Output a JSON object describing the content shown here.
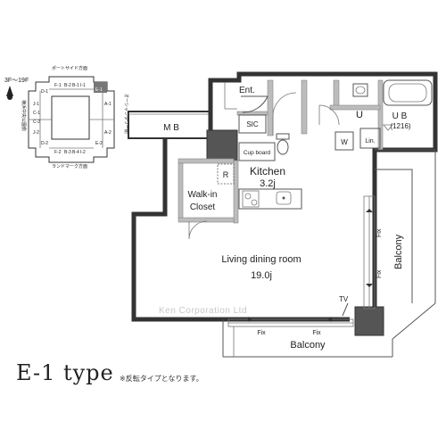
{
  "key_plan": {
    "floor_range": "3F～19F",
    "top_side": "ポートサイド方面",
    "bottom_side": "ランドマーク方面",
    "left_side": "横浜中央公園側",
    "right_side": "オーシャンタワー側",
    "units": [
      "F-1",
      "B-2",
      "B-1",
      "I-1",
      "D-1",
      "E-1",
      "J-1",
      "A-1",
      "C-1",
      "C-2",
      "A-2",
      "J-2",
      "E-2",
      "D-2",
      "F-2",
      "B-3",
      "B-4",
      "I-2"
    ]
  },
  "rooms": {
    "entrance": "Ent.",
    "mb": "M B",
    "sic": "SIC",
    "cupboard": "Cup board",
    "refrigerator": "R",
    "kitchen": "Kitchen",
    "kitchen_size": "3.2j",
    "walkin_line1": "Walk-in",
    "walkin_line2": "Closet",
    "utility": "U",
    "washer": "W",
    "linen": "Lin.",
    "bath": "U B",
    "bath_size": "(1216)",
    "living": "Living dining room",
    "living_size": "19.0j",
    "balcony_right": "Balcony",
    "balcony_bottom": "Balcony",
    "fix": "Fix",
    "tv": "TV"
  },
  "footer": {
    "type_title": "E-1 type",
    "note": "※反転タイプとなります。",
    "watermark": "Ken Corporation Ltd"
  }
}
